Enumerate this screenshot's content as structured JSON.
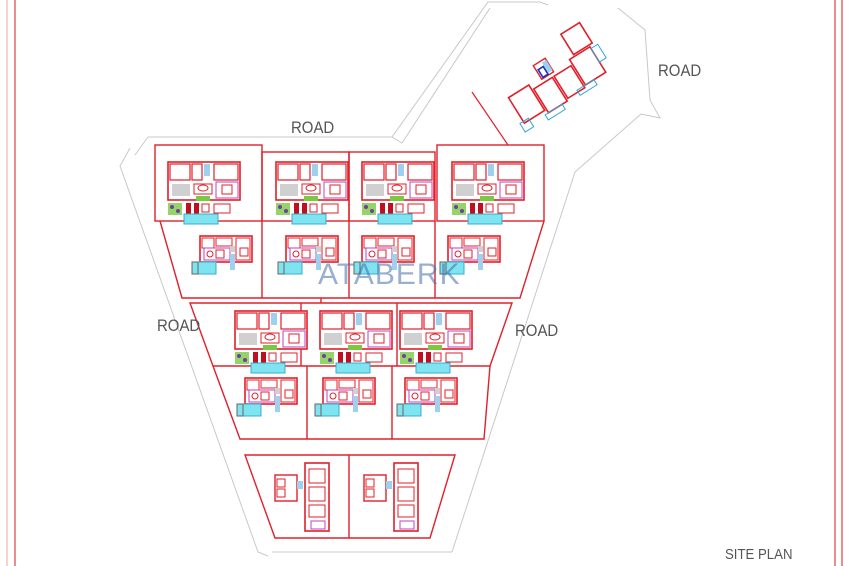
{
  "drawing": {
    "title": "SITE PLAN",
    "watermark": "ATABERK",
    "road_labels": [
      {
        "id": "top",
        "text": "ROAD"
      },
      {
        "id": "top-right",
        "text": "ROAD"
      },
      {
        "id": "left",
        "text": "ROAD"
      },
      {
        "id": "right",
        "text": "ROAD"
      }
    ],
    "colors": {
      "plot_line": "#e0202a",
      "border": "#e04048",
      "road_outline": "#c8c8c8",
      "pool": "#7fe3f0",
      "garden": "#7ac943",
      "text": "#555555",
      "watermark": "#466eaa"
    },
    "plots": {
      "row1_villas": 4,
      "row2_villas": 4,
      "row3_villas": 3,
      "row4_villas": 3,
      "row5_villas": 2,
      "apartment_block": 1
    }
  }
}
